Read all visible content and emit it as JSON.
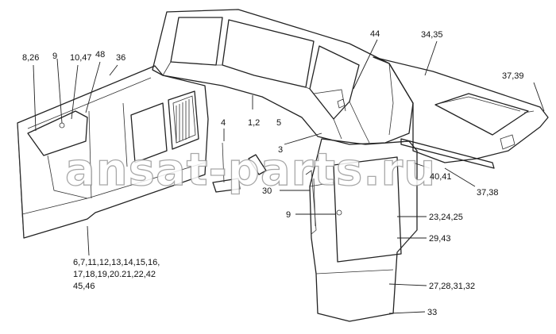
{
  "watermark": "ansat-parts.ru",
  "labels": {
    "l_8_26": "8,26",
    "l_9_top": "9",
    "l_10_47": "10,47",
    "l_48": "48",
    "l_36": "36",
    "l_44": "44",
    "l_34_35": "34,35",
    "l_37_39": "37,39",
    "l_4": "4",
    "l_1_2": "1,2",
    "l_5": "5",
    "l_3": "3",
    "l_40_41": "40,41",
    "l_37_38": "37,38",
    "l_30": "30",
    "l_9_mid": "9",
    "l_23_24_25": "23,24,25",
    "l_29_43": "29,43",
    "l_27_28_31_32": "27,28,31,32",
    "l_33": "33",
    "l_list1": "6,7,11,12,13,14,15,16,",
    "l_list2": "17,18,19,20.21,22,42",
    "l_list3": "45,46"
  }
}
